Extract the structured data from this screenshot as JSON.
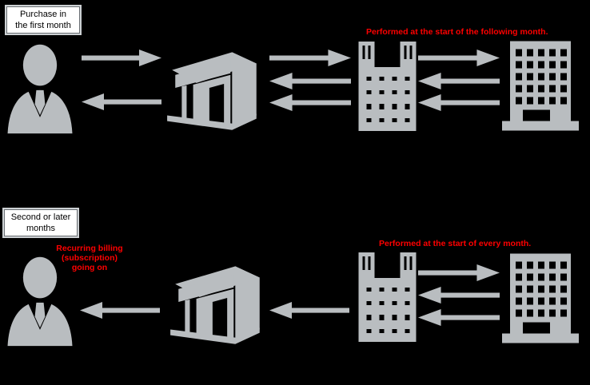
{
  "palette": {
    "background": "#000000",
    "icon_gray": "#b9bdc0",
    "alert_red": "#ff0000",
    "label_box_bg": "#ffffff",
    "label_box_border": "#6b7074",
    "label_text": "#000000"
  },
  "icons": {
    "customer": "person-silhouette",
    "store": "storefront-building",
    "billing_company": "twin-tower-building",
    "office": "office-building",
    "arrow": "block-arrow"
  },
  "top_flow": {
    "label": {
      "line1": "Purchase in",
      "line2": "the first month"
    },
    "annotation": "Performed at the start of the following month."
  },
  "bottom_flow": {
    "label": {
      "line1": "Second or later",
      "line2": "months"
    },
    "status": {
      "line1": "Recurring billing",
      "line2": "(subscription)",
      "line3": "going on"
    },
    "annotation": "Performed at the start of every month."
  }
}
